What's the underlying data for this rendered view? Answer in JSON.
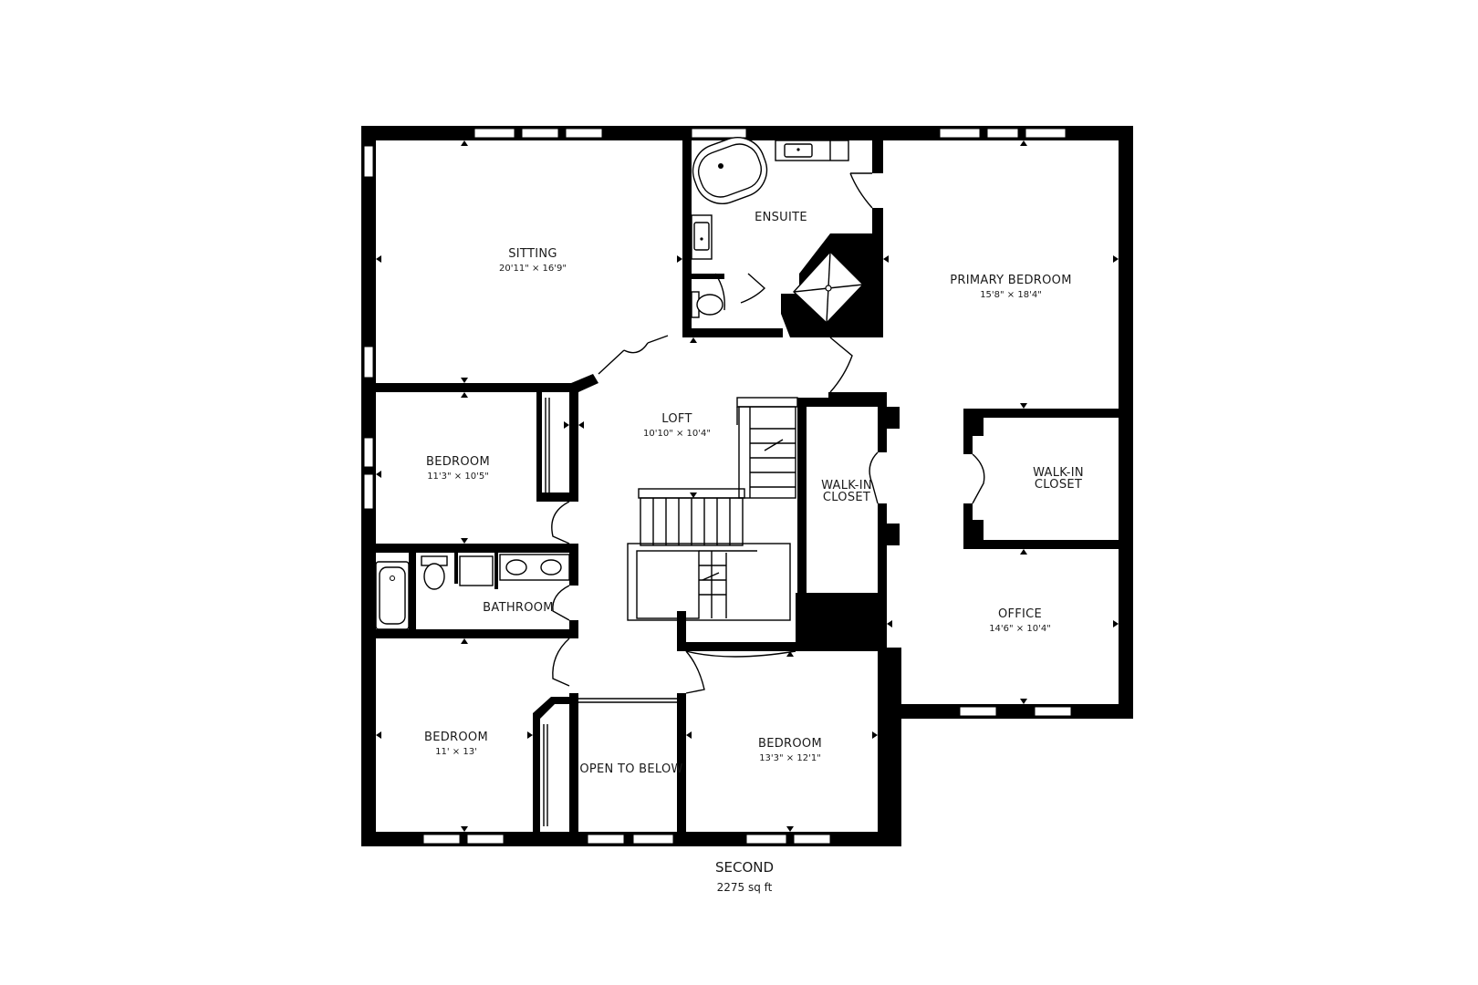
{
  "floor": {
    "name": "SECOND",
    "area": "2275 sq ft"
  },
  "rooms": {
    "sitting": {
      "name": "SITTING",
      "dims": "20'11\" × 16'9\""
    },
    "ensuite": {
      "name": "ENSUITE"
    },
    "primary_bedroom": {
      "name": "PRIMARY BEDROOM",
      "dims": "15'8\" × 18'4\""
    },
    "loft": {
      "name": "LOFT",
      "dims": "10'10\" × 10'4\""
    },
    "bedroom_1": {
      "name": "BEDROOM",
      "dims": "11'3\" × 10'5\""
    },
    "walkin_closet_1": {
      "name_line1": "WALK-IN",
      "name_line2": "CLOSET"
    },
    "walkin_closet_2": {
      "name_line1": "WALK-IN",
      "name_line2": "CLOSET"
    },
    "bathroom": {
      "name": "BATHROOM"
    },
    "office": {
      "name": "OFFICE",
      "dims": "14'6\" × 10'4\""
    },
    "bedroom_2": {
      "name": "BEDROOM",
      "dims": "11' × 13'"
    },
    "open_to_below": {
      "name": "OPEN TO BELOW"
    },
    "bedroom_3": {
      "name": "BEDROOM",
      "dims": "13'3\" × 12'1\""
    }
  },
  "icons": [
    "bathtub-icon",
    "sink-icon",
    "toilet-icon",
    "shower-icon",
    "staircase-icon",
    "door-icon",
    "window-icon",
    "dimension-marker-icon"
  ]
}
